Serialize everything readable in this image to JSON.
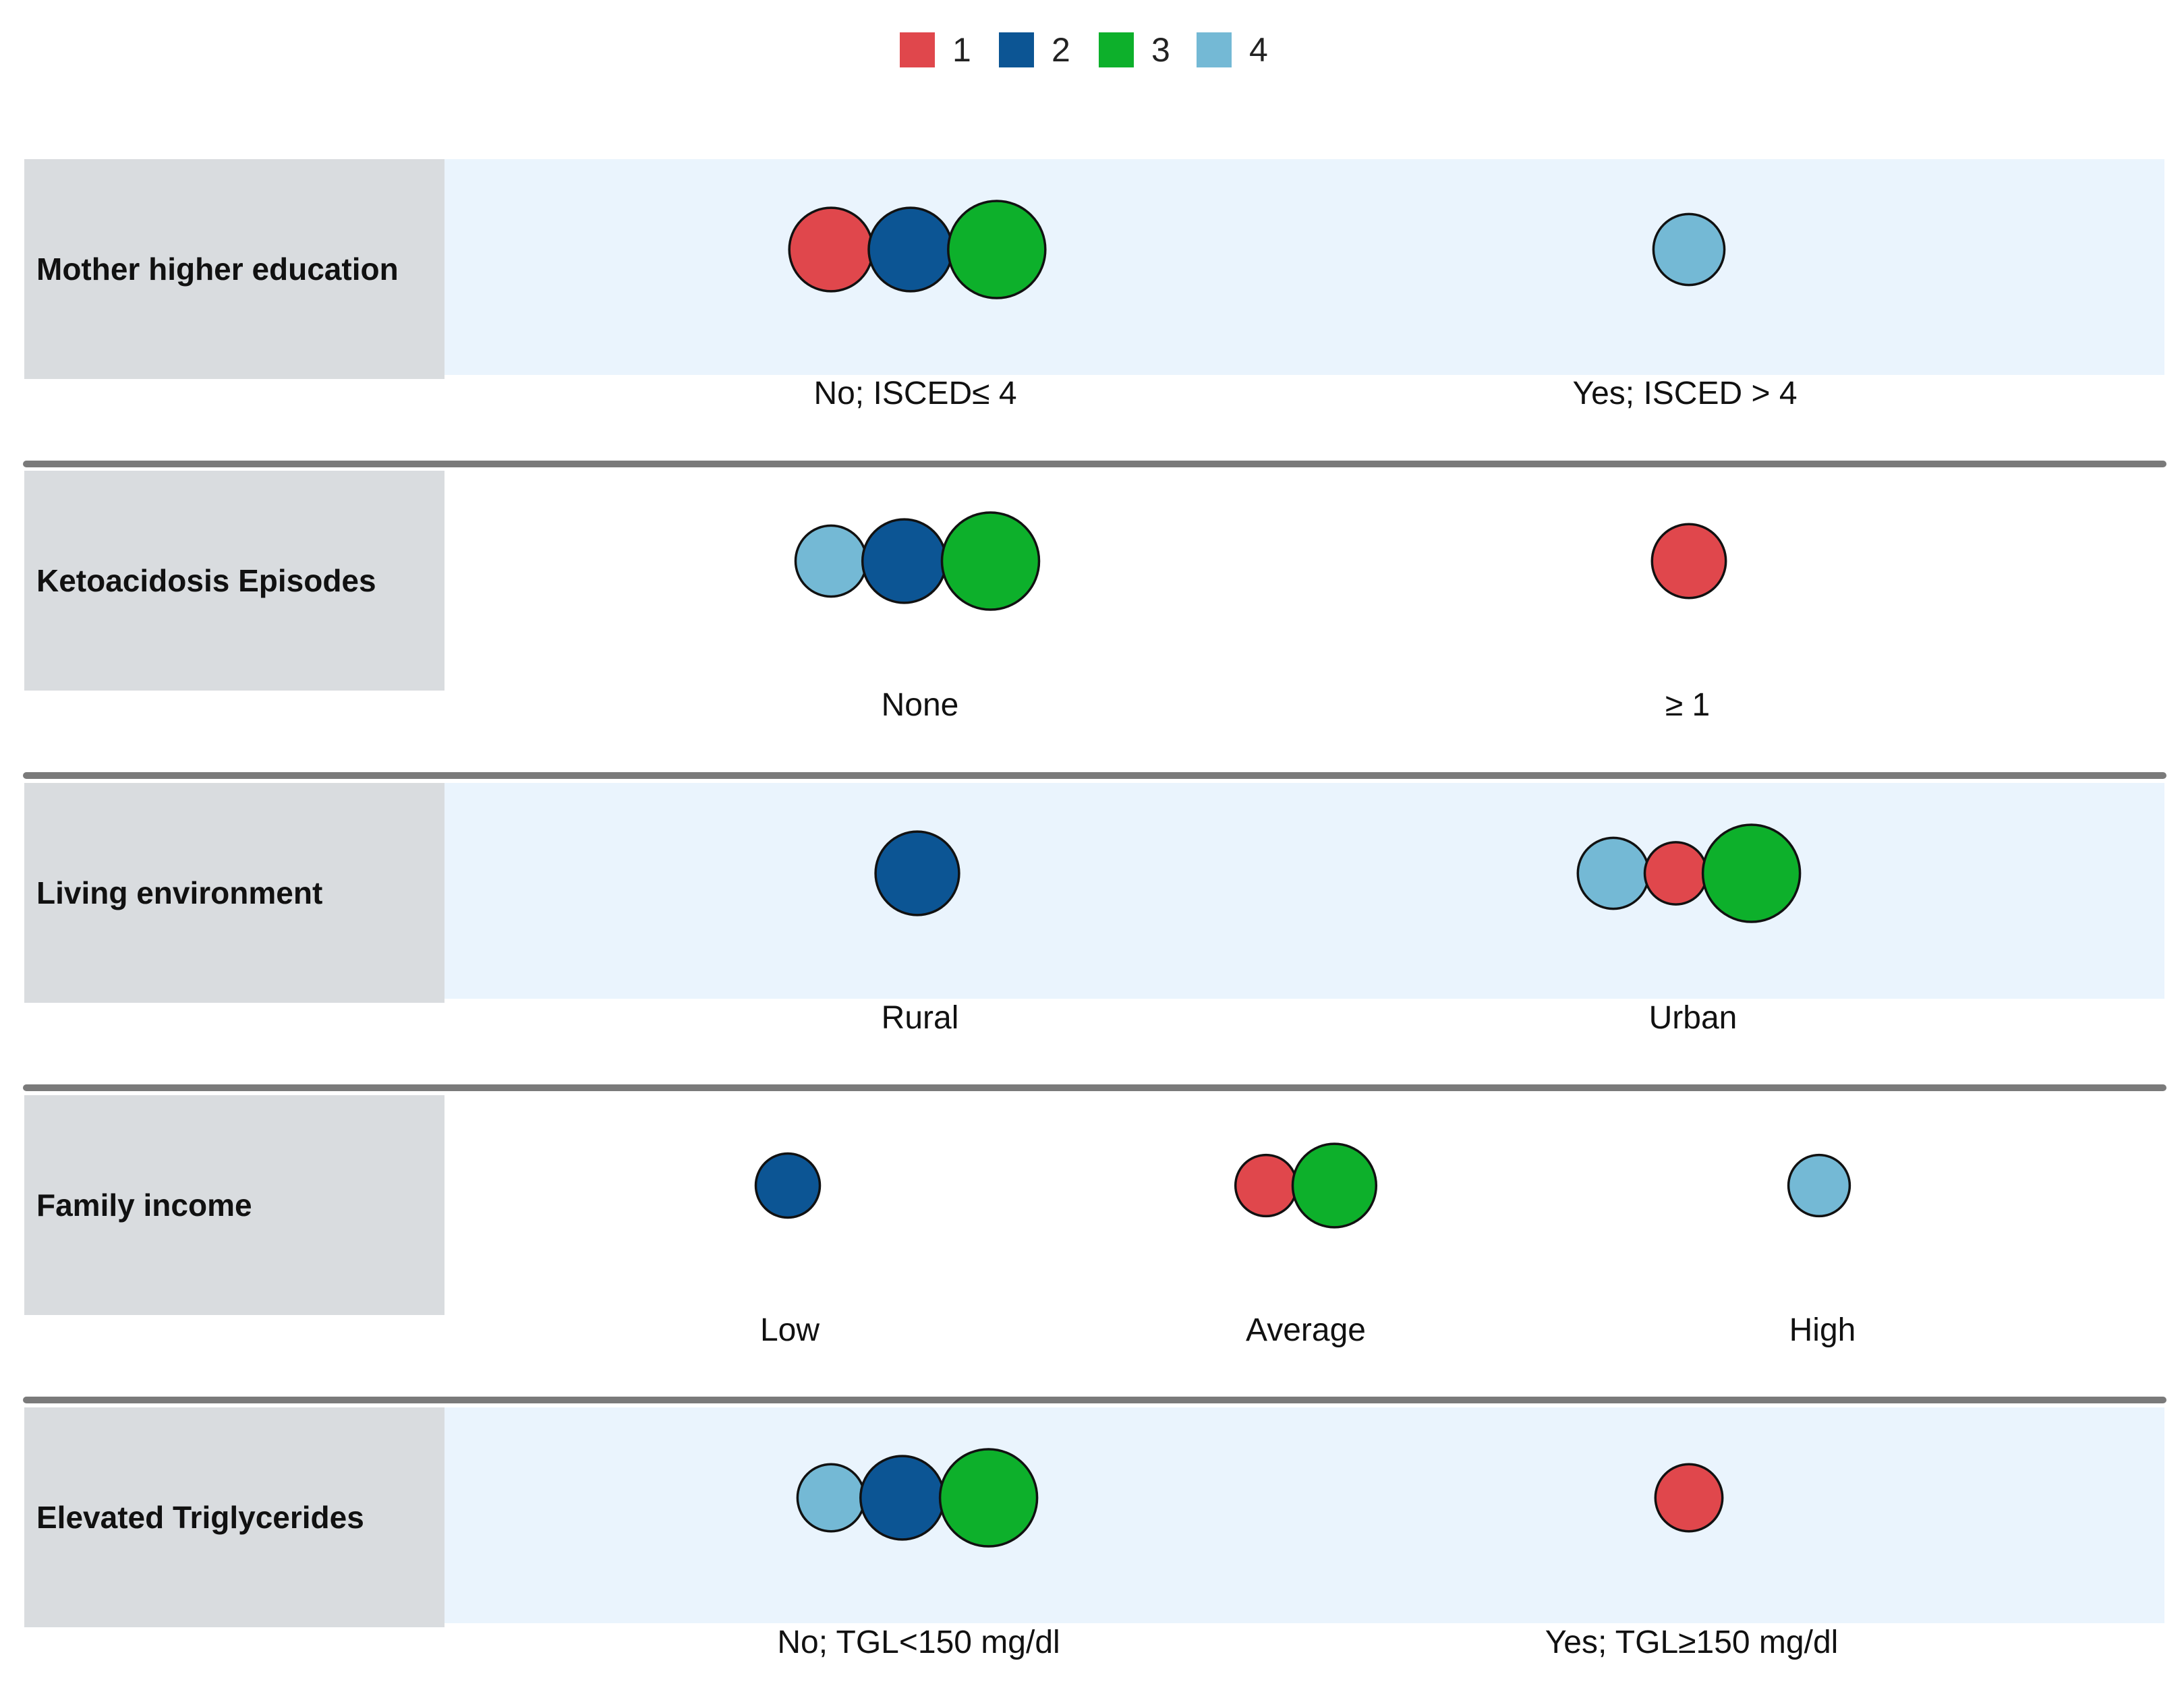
{
  "legend": [
    {
      "label": "1",
      "color": "#e0474c"
    },
    {
      "label": "2",
      "color": "#0c5594"
    },
    {
      "label": "3",
      "color": "#0db02b"
    },
    {
      "label": "4",
      "color": "#74b9d5"
    }
  ],
  "colors": {
    "label_bg": "#d9dcdf",
    "band_shaded": "#eaf4fd",
    "separator": "#7a7a7a",
    "circle_stroke": "#111111"
  },
  "chart_data": {
    "type": "bubble-matrix",
    "clusters": [
      "1",
      "2",
      "3",
      "4"
    ],
    "rows": [
      {
        "label": "Mother higher education",
        "shaded": true,
        "categories": [
          {
            "label": "No; ISCED≤ 4",
            "bubbles": [
              {
                "cluster": "1",
                "size": 0.86
              },
              {
                "cluster": "2",
                "size": 0.86
              },
              {
                "cluster": "3",
                "size": 1.0
              }
            ]
          },
          {
            "label": "Yes; ISCED > 4",
            "bubbles": [
              {
                "cluster": "4",
                "size": 0.73
              }
            ]
          }
        ]
      },
      {
        "label": "Ketoacidosis Episodes",
        "shaded": false,
        "categories": [
          {
            "label": "None",
            "bubbles": [
              {
                "cluster": "4",
                "size": 0.73
              },
              {
                "cluster": "2",
                "size": 0.86
              },
              {
                "cluster": "3",
                "size": 1.0
              }
            ]
          },
          {
            "label": "≥ 1",
            "bubbles": [
              {
                "cluster": "1",
                "size": 0.76
              }
            ]
          }
        ]
      },
      {
        "label": "Living environment",
        "shaded": true,
        "categories": [
          {
            "label": "Rural",
            "bubbles": [
              {
                "cluster": "2",
                "size": 0.86
              }
            ]
          },
          {
            "label": "Urban",
            "bubbles": [
              {
                "cluster": "4",
                "size": 0.73
              },
              {
                "cluster": "1",
                "size": 0.64
              },
              {
                "cluster": "3",
                "size": 1.0
              }
            ]
          }
        ]
      },
      {
        "label": "Family income",
        "shaded": false,
        "categories": [
          {
            "label": "Low",
            "bubbles": [
              {
                "cluster": "2",
                "size": 0.66
              }
            ]
          },
          {
            "label": "Average",
            "bubbles": [
              {
                "cluster": "1",
                "size": 0.63
              },
              {
                "cluster": "3",
                "size": 0.86
              }
            ]
          },
          {
            "label": "High",
            "bubbles": [
              {
                "cluster": "4",
                "size": 0.63
              }
            ]
          }
        ]
      },
      {
        "label": "Elevated Triglycerides",
        "shaded": true,
        "categories": [
          {
            "label": "No; TGL<150 mg/dl",
            "bubbles": [
              {
                "cluster": "4",
                "size": 0.69
              },
              {
                "cluster": "2",
                "size": 0.86
              },
              {
                "cluster": "3",
                "size": 1.0
              }
            ]
          },
          {
            "label": "Yes; TGL≥150 mg/dl",
            "bubbles": [
              {
                "cluster": "1",
                "size": 0.69
              }
            ]
          }
        ]
      }
    ]
  }
}
